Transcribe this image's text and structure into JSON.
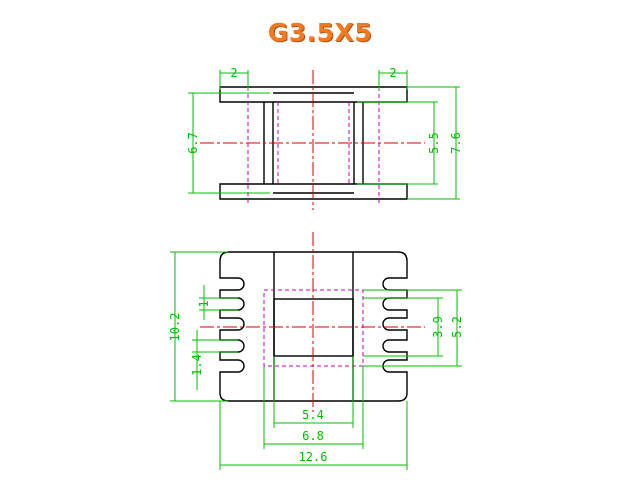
{
  "title": "G3.5X5",
  "colors": {
    "title": "#f07a20",
    "title_shadow": "#b85010",
    "outline": "#000000",
    "dimension": "#00c000",
    "centerline": "#e00000",
    "hidden": "#c000c0"
  },
  "top_view": {
    "dims": {
      "flange_left": "2",
      "flange_right": "2",
      "left_height": "6.7",
      "inner_height": "5.5",
      "outer_height": "7.6"
    }
  },
  "front_view": {
    "dims": {
      "height": "10.2",
      "slot_pitch": "1",
      "slot_width": "1.4",
      "inner_a": "3.9",
      "inner_b": "5.2",
      "width_inner": "5.4",
      "width_mid": "6.8",
      "width_total": "12.6"
    }
  }
}
